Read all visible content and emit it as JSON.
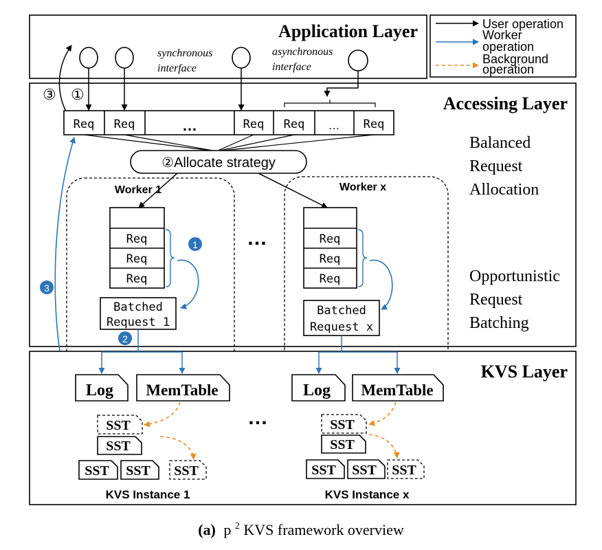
{
  "application_layer": {
    "title": "Application Layer",
    "sync_label_1": "synchronous",
    "sync_label_2": "interface",
    "async_label_1": "asynchronous",
    "async_label_2": "interface"
  },
  "legend": {
    "user_op": "User operation",
    "worker_op_1": "Worker",
    "worker_op_2": "operation",
    "bg_op_1": "Background",
    "bg_op_2": "operation",
    "colors": {
      "user": "#000000",
      "worker": "#2e75b6",
      "background": "#ed8b21"
    }
  },
  "accessing_layer": {
    "title": "Accessing Layer",
    "markers": [
      "③",
      "①"
    ],
    "queue": [
      "Req",
      "Req",
      "…",
      "Req",
      "Req",
      "…",
      "Req"
    ],
    "allocate_label": "②Allocate strategy",
    "feature_1": [
      "Balanced",
      "Request",
      "Allocation"
    ],
    "feature_2": [
      "Opportunistic",
      "Request",
      "Batching"
    ],
    "ellipsis": "…"
  },
  "workers": [
    {
      "title": "Worker 1",
      "reqs": [
        "Req",
        "Req",
        "Req"
      ],
      "batched_1": "Batched",
      "batched_2": "Request 1"
    },
    {
      "title": "Worker x",
      "reqs": [
        "Req",
        "Req",
        "Req"
      ],
      "batched_1": "Batched",
      "batched_2": "Request x"
    }
  ],
  "step_badges": [
    "1",
    "2",
    "3"
  ],
  "kvs_layer": {
    "title": "KVS Layer",
    "log": "Log",
    "memtable": "MemTable",
    "sst": "SST",
    "instance_1": "KVS Instance 1",
    "instance_x": "KVS Instance x",
    "ellipsis": "…"
  },
  "caption": {
    "prefix": "(a)",
    "p": "p",
    "sup": "2",
    "rest": "KVS framework overview"
  }
}
